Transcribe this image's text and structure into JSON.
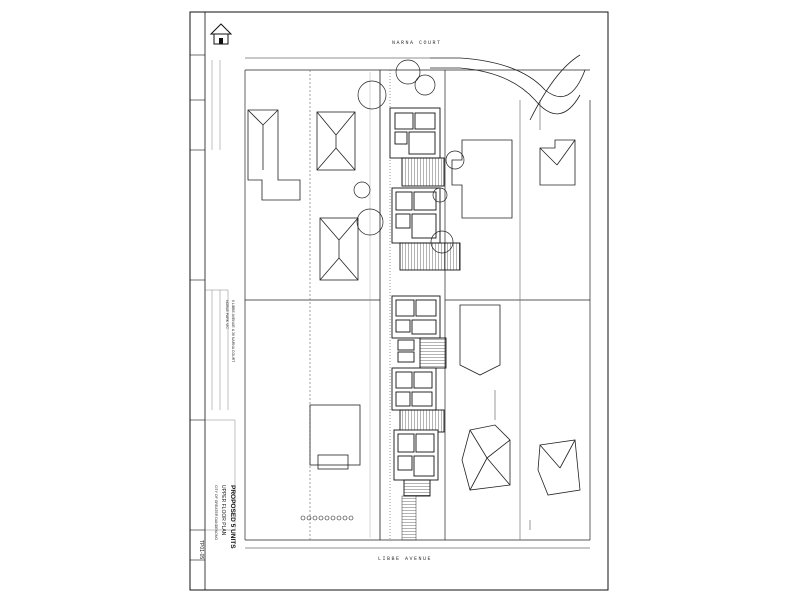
{
  "drawing": {
    "title_line1": "PROPOSED 5 UNITS",
    "title_line2": "UPPER FLOOR PLAN",
    "title_line3": "CITY OF GREATER DANDENONG",
    "address_line1": "6 LIBBE AVENUE & 36 NARNA COURT",
    "address_line2": "NOBLE PARK VIC",
    "drawing_number": "TP01-05"
  },
  "streets": {
    "north": "NARNA COURT",
    "south": "LIBBE AVENUE"
  },
  "colors": {
    "ink": "#1a1a1a",
    "hatch": "#555555",
    "paper": "#ffffff"
  },
  "logo": {
    "icon": "house-logo-icon"
  }
}
